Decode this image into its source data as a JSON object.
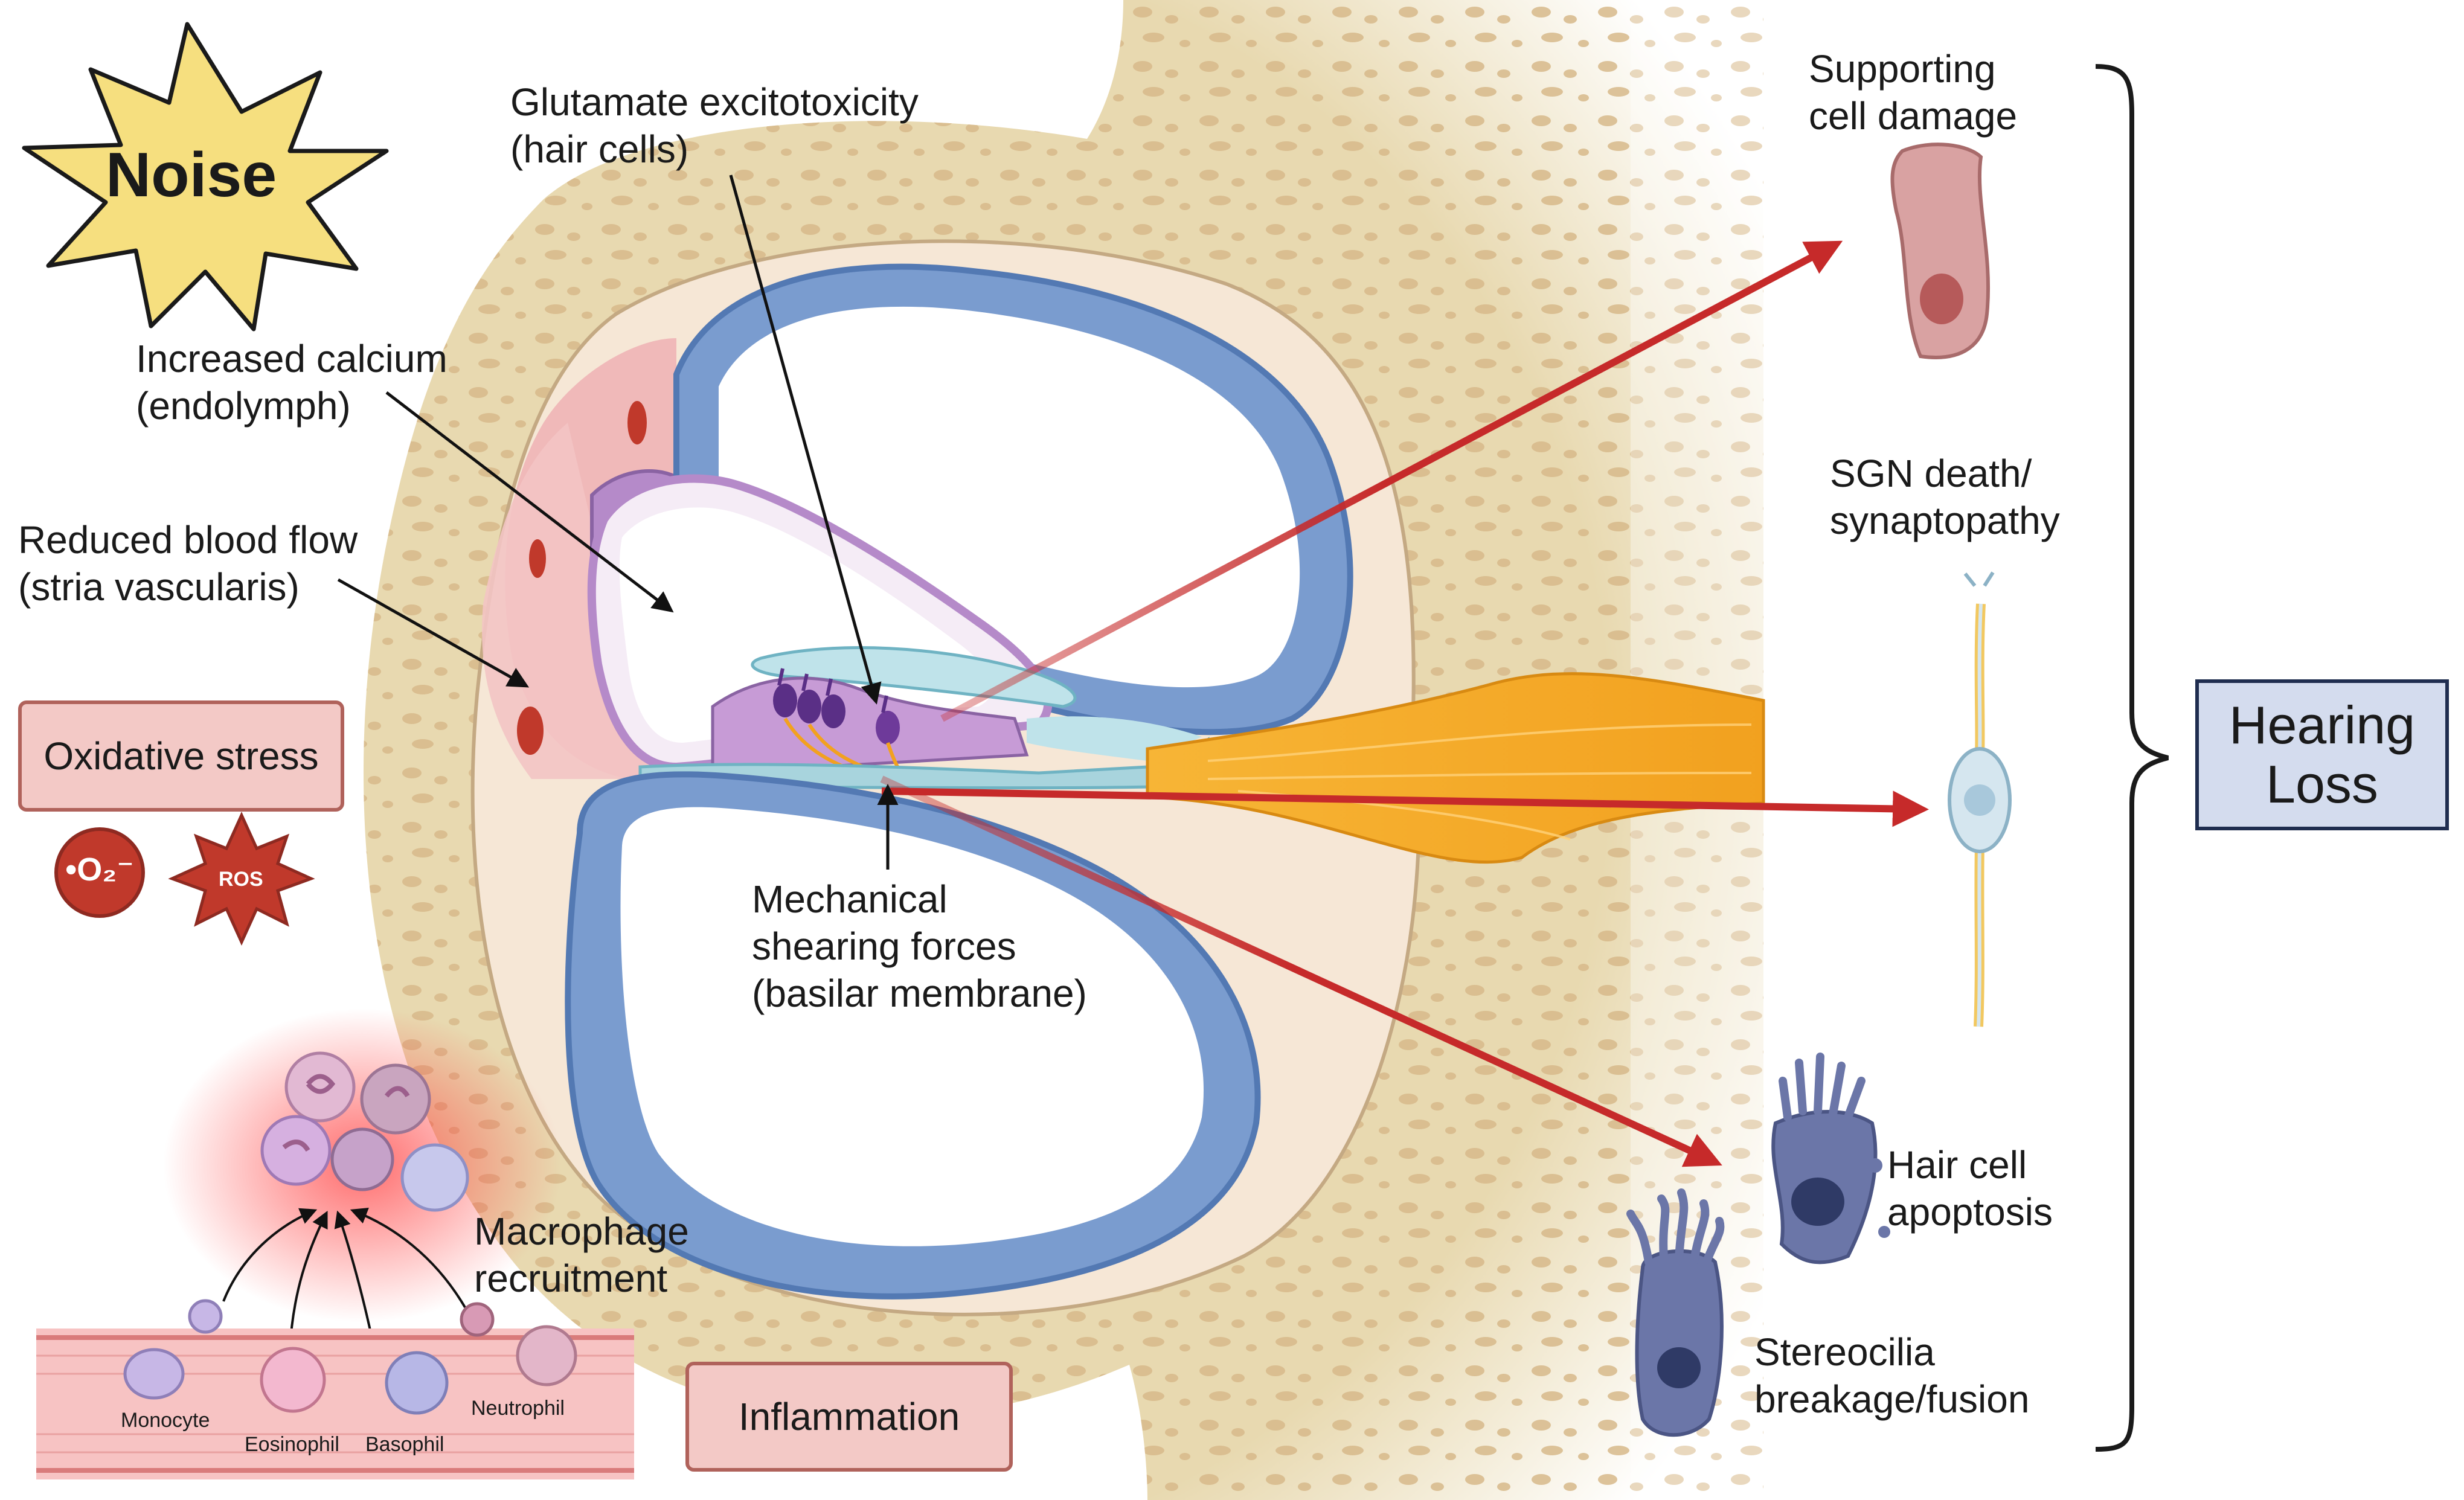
{
  "noise": "Noise",
  "labels": {
    "glutamate": "Glutamate excitotoxicity\n(hair cells)",
    "calcium": "Increased calcium\n(endolymph)",
    "blood_flow": "Reduced blood flow\n(stria vascularis)",
    "shearing": "Mechanical\nshearing forces\n(basilar membrane)",
    "macrophage": "Macrophage\nrecruitment"
  },
  "boxes": {
    "oxidative": "Oxidative stress",
    "inflammation": "Inflammation",
    "hearing_loss": "Hearing\nLoss"
  },
  "ros": {
    "superoxide": "•O₂⁻",
    "ros": "ROS"
  },
  "cells": {
    "monocyte": "Monocyte",
    "eosinophil": "Eosinophil",
    "basophil": "Basophil",
    "neutrophil": "Neutrophil"
  },
  "outcomes": {
    "supporting": "Supporting\ncell damage",
    "sgn": "SGN death/\nsynaptopathy",
    "hair_apoptosis": "Hair cell\napoptosis",
    "stereocilia": "Stereocilia\nbreakage/fusion"
  },
  "colors": {
    "bone": "#e8d9b0",
    "scala_wall": "#7a9ccf",
    "stria": "#f0b9b9",
    "nerve": "#f2a11f",
    "arrow": "#c62a2a",
    "hearing_box": "#d4dcee"
  }
}
